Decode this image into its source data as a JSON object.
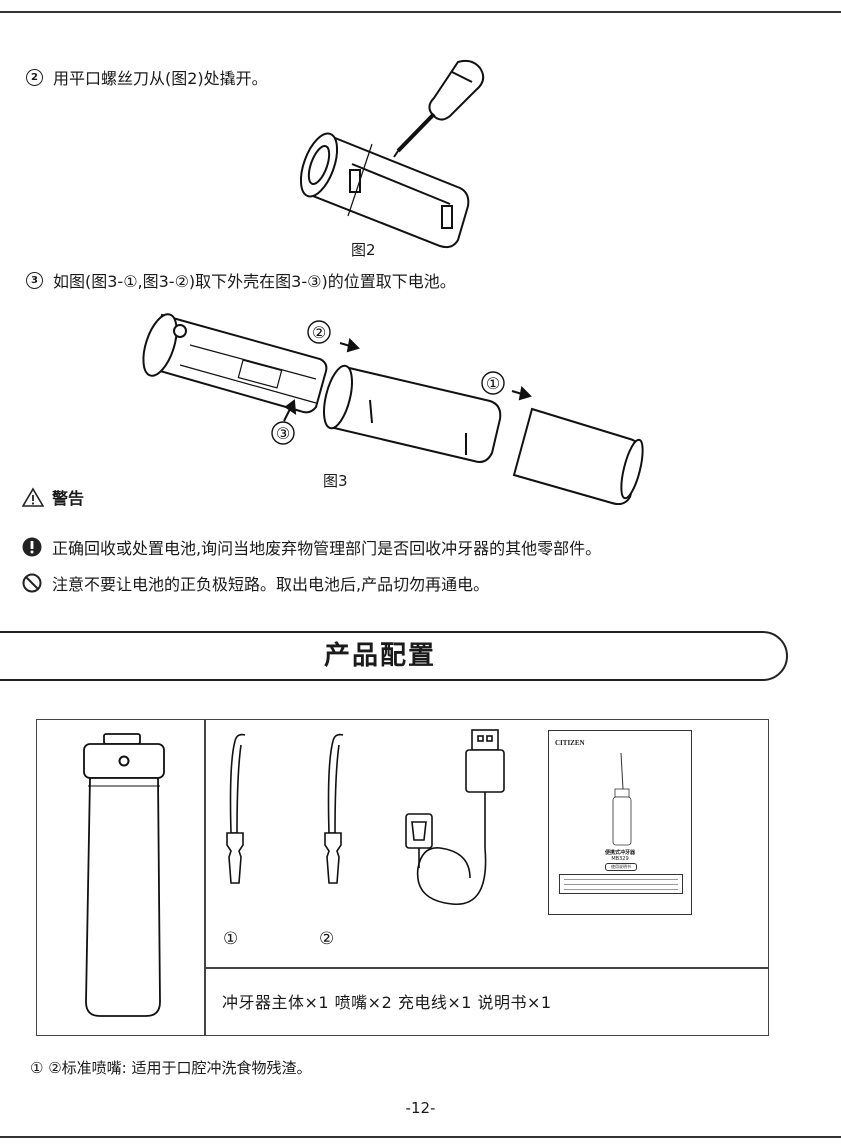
{
  "step2": {
    "badge": "2",
    "text": "用平口螺丝刀从(图2)处撬开。",
    "figure_caption": "图2"
  },
  "step3": {
    "badge": "3",
    "text": "如图(图3-①,图3-②)取下外壳在图3-③)的位置取下电池。",
    "figure_caption": "图3",
    "callouts": [
      "②",
      "①",
      "③"
    ]
  },
  "warning": {
    "title": "警告",
    "notes": [
      {
        "icon": "exclamation-icon",
        "text": "正确回收或处置电池,询问当地废弃物管理部门是否回收冲牙器的其他零部件。"
      },
      {
        "icon": "prohibited-icon",
        "text": "注意不要让电池的正负极短路。取出电池后,产品切勿再通电。"
      }
    ]
  },
  "section": {
    "title": "产品配置"
  },
  "package": {
    "nozzle_labels": [
      "①",
      "②"
    ],
    "manual": {
      "brand": "CITIZEN",
      "model": "MB329",
      "name": "便携式冲牙器",
      "sub": "使用说明书"
    },
    "items_text": "冲牙器主体×1  喷嘴×2  充电线×1  说明书×1"
  },
  "footnote": "① ②标准喷嘴: 适用于口腔冲洗食物残渣。",
  "page_number": "-12-"
}
